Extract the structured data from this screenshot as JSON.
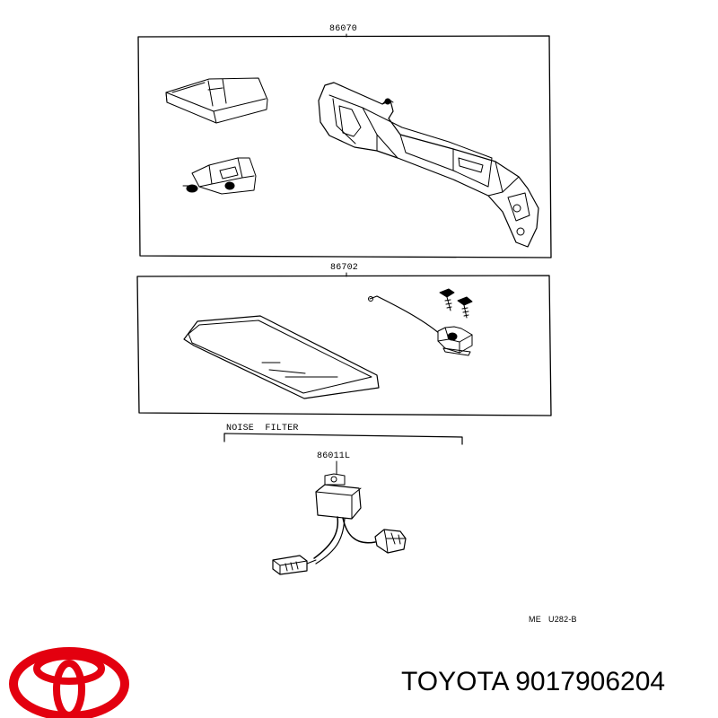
{
  "diagram": {
    "labels": {
      "part_86070": "86070",
      "part_86702": "86702",
      "noise_filter": "NOISE  FILTER",
      "part_86011L": "86011L",
      "drawing_ref": "ME   U282-B"
    }
  },
  "branding": {
    "text": "TOYOTA 9017906204",
    "logo_icon": "toyota-logo-icon",
    "logo_color": "#e3000f"
  },
  "colors": {
    "line": "#000000",
    "background": "#ffffff"
  }
}
